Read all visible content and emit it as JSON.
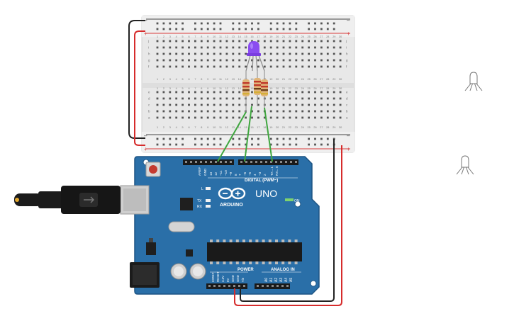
{
  "breadboard": {
    "minus_sign": "–",
    "plus_sign": "+",
    "row_letters_top": [
      "j",
      "i",
      "h",
      "g",
      "f"
    ],
    "row_letters_bottom": [
      "e",
      "d",
      "c",
      "b",
      "a"
    ],
    "columns": 30
  },
  "arduino": {
    "model": "UNO",
    "brand": "ARDUINO",
    "digital_label": "DIGITAL (PWM~)",
    "power_label": "POWER",
    "analog_label": "ANALOG IN",
    "l_label": "L",
    "tx_label": "TX",
    "rx_label": "RX",
    "on_label": "ON",
    "aref": "AREF",
    "gnd": "GND",
    "digital_pins": [
      "13",
      "12",
      "~11",
      "~10",
      "~9",
      "8",
      "7",
      "~6",
      "~5",
      "4",
      "~3",
      "2",
      "TX→1",
      "RX←0"
    ],
    "power_pins": [
      "IOREF",
      "RESET",
      "3.3V",
      "5V",
      "GND",
      "GND",
      "Vin"
    ],
    "analog_pins": [
      "A0",
      "A1",
      "A2",
      "A3",
      "A4",
      "A5"
    ]
  },
  "colors": {
    "board": "#2a6fa8",
    "board_dark": "#1d5483",
    "breadboard": "#ececec",
    "rail_red": "#d83b3b",
    "rail_dark": "#333333",
    "wire_green": "#3fa63f",
    "wire_red": "#d62c2c",
    "wire_black": "#222222",
    "led": "#8a4cf0"
  },
  "toolbar_icons": [
    "rgb-led-icon",
    "rgb-led-icon"
  ]
}
